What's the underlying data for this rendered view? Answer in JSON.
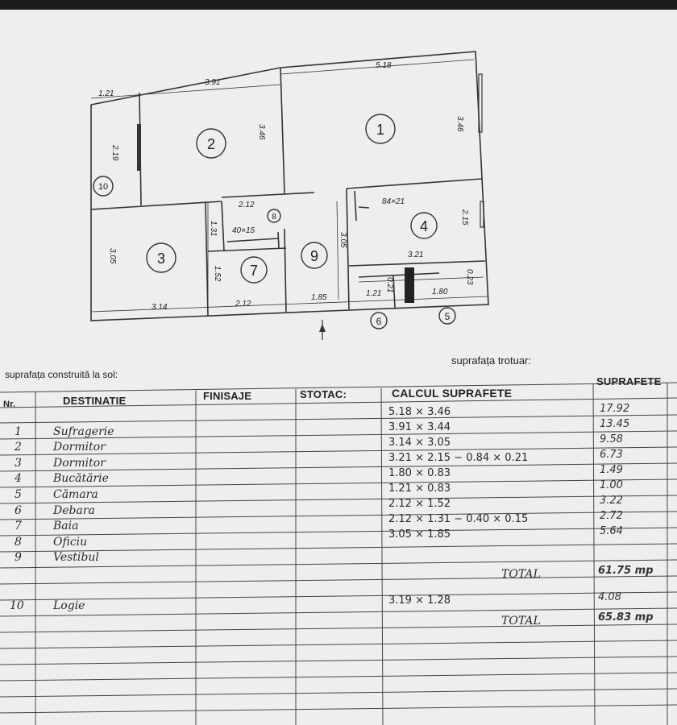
{
  "plan": {
    "dimensions": [
      "1.21",
      "3.91",
      "5.18",
      "2.19",
      "3.46",
      "3.46",
      "2.12",
      "84×21",
      "2.15",
      "1.31",
      "40×15",
      "3.05",
      "3.05",
      "3.21",
      "1.52",
      "0.21",
      "0.23",
      "3.14",
      "2.12",
      "1.85",
      "1.21",
      "1.80"
    ],
    "rooms": [
      "1",
      "2",
      "3",
      "4",
      "5",
      "6",
      "7",
      "8",
      "9",
      "10"
    ]
  },
  "labels": {
    "sidewalk_area": "suprafața trotuar:",
    "built_area": "suprafața construită la sol:"
  },
  "table": {
    "headers": {
      "nr": "Nr.",
      "destination": "DESTINATIE",
      "finishes": "FINISAJE",
      "stotac": "STOTAC:",
      "calc": "CALCUL SUPRAFETE",
      "areas": "SUPRAFETE"
    },
    "rows": [
      {
        "nr": "",
        "destination": "",
        "calc": "5.18 × 3.46",
        "area": "17.92"
      },
      {
        "nr": "1",
        "destination": "Sufragerie",
        "calc": "3.91 × 3.44",
        "area": "13.45"
      },
      {
        "nr": "2",
        "destination": "Dormitor",
        "calc": "3.14 × 3.05",
        "area": "9.58"
      },
      {
        "nr": "3",
        "destination": "Dormitor",
        "calc": "3.21 × 2.15 − 0.84 × 0.21",
        "area": "6.73"
      },
      {
        "nr": "4",
        "destination": "Bucătărie",
        "calc": "1.80 × 0.83",
        "area": "1.49"
      },
      {
        "nr": "5",
        "destination": "Cămara",
        "calc": "1.21 × 0.83",
        "area": "1.00"
      },
      {
        "nr": "6",
        "destination": "Debara",
        "calc": "2.12 × 1.52",
        "area": "3.22"
      },
      {
        "nr": "7",
        "destination": "Baia",
        "calc": "2.12 × 1.31 − 0.40 × 0.15",
        "area": "2.72"
      },
      {
        "nr": "8",
        "destination": "Oficiu",
        "calc": "3.05 × 1.85",
        "area": "5.64"
      },
      {
        "nr": "9",
        "destination": "Vestibul",
        "calc": "",
        "area": ""
      }
    ],
    "total1_label": "TOTAL",
    "total1_value": "61.75 mp",
    "loggia": {
      "nr": "10",
      "destination": "Logie",
      "calc": "3.19 × 1.28",
      "area": "4.08"
    },
    "total2_label": "TOTAL",
    "total2_value": "65.83 mp"
  }
}
